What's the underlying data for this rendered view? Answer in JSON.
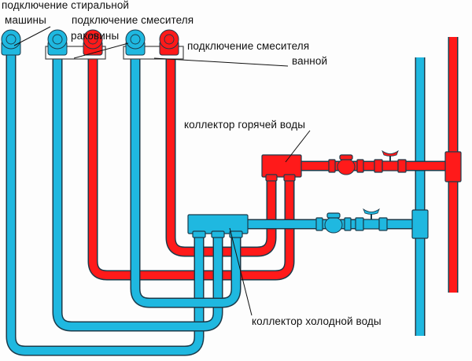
{
  "colors": {
    "cold": "#1fb8e0",
    "hot": "#ff1a1a",
    "outline": "#1a3a4a",
    "leader": "#111111"
  },
  "labels": {
    "washing_machine": [
      "подключение стиральной",
      "машины"
    ],
    "sink_mixer": [
      "подключение смесителя",
      "раковины"
    ],
    "bath_mixer": [
      "подключение смесителя",
      "ванной"
    ],
    "hot_collector": "коллектор горячей воды",
    "cold_collector": "коллектор холодной воды"
  },
  "components": {
    "fixtures": [
      {
        "id": "washing-machine-cold",
        "type": "cold"
      },
      {
        "id": "sink-cold",
        "type": "cold"
      },
      {
        "id": "sink-hot",
        "type": "hot"
      },
      {
        "id": "bath-cold",
        "type": "cold"
      },
      {
        "id": "bath-hot",
        "type": "hot"
      }
    ],
    "risers": [
      "cold-riser",
      "hot-riser"
    ],
    "valves": [
      "hot-check-valve",
      "hot-ball-valve",
      "cold-check-valve",
      "cold-ball-valve"
    ]
  }
}
